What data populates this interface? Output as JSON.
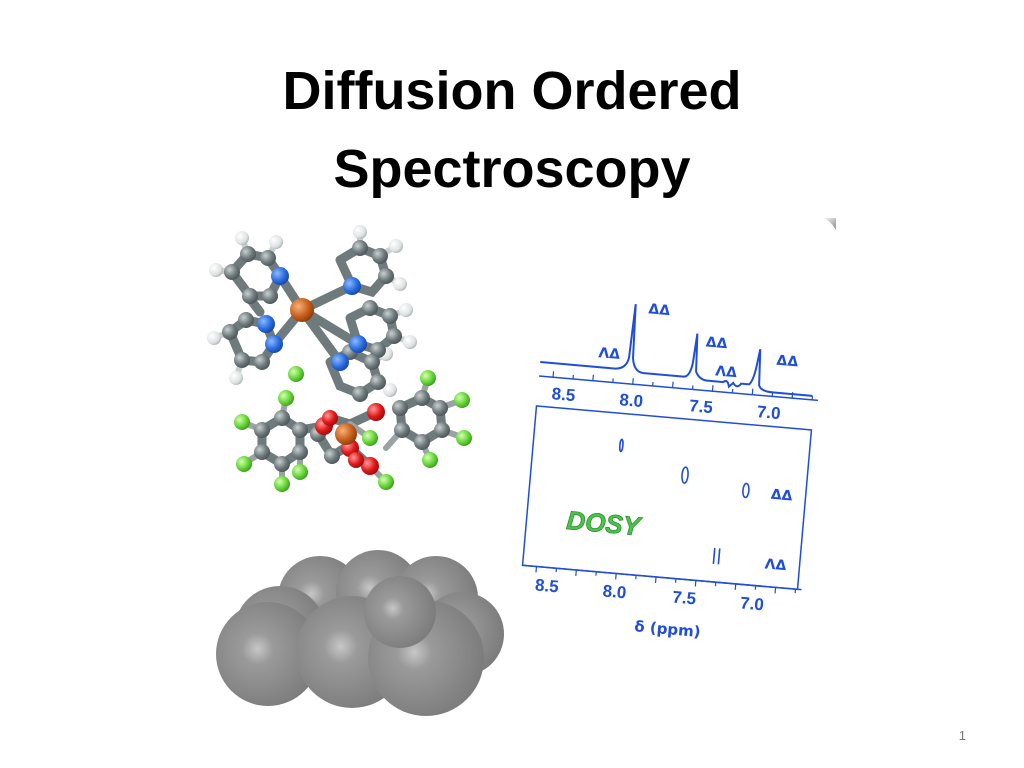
{
  "slide": {
    "title_line1": "Diffusion Ordered",
    "title_line2": "Spectroscopy",
    "number": "1"
  },
  "spectrum": {
    "top_axis_ticks": [
      "8.5",
      "8.0",
      "7.5",
      "7.0"
    ],
    "bottom_axis_ticks": [
      "8.5",
      "8.0",
      "7.5",
      "7.0"
    ],
    "axis_label": "δ (ppm)",
    "peak_labels": [
      "ΛΔ",
      "ΔΔ",
      "ΔΔ",
      "ΛΔ",
      "ΔΔ"
    ],
    "row_labels": [
      "ΔΔ",
      "ΛΔ"
    ],
    "dosy_label": "DOSY"
  },
  "colors": {
    "spectrum_blue": "#1f4ed8",
    "dosy_green": "#3cb43c",
    "carbon_gray": "#6f7a7c",
    "nitrogen_blue": "#2a6fe0",
    "metal_orange": "#c8601e",
    "fluorine_green": "#66d63a",
    "oxygen_red": "#e01818",
    "hydrogen_white": "#e8eaea"
  }
}
